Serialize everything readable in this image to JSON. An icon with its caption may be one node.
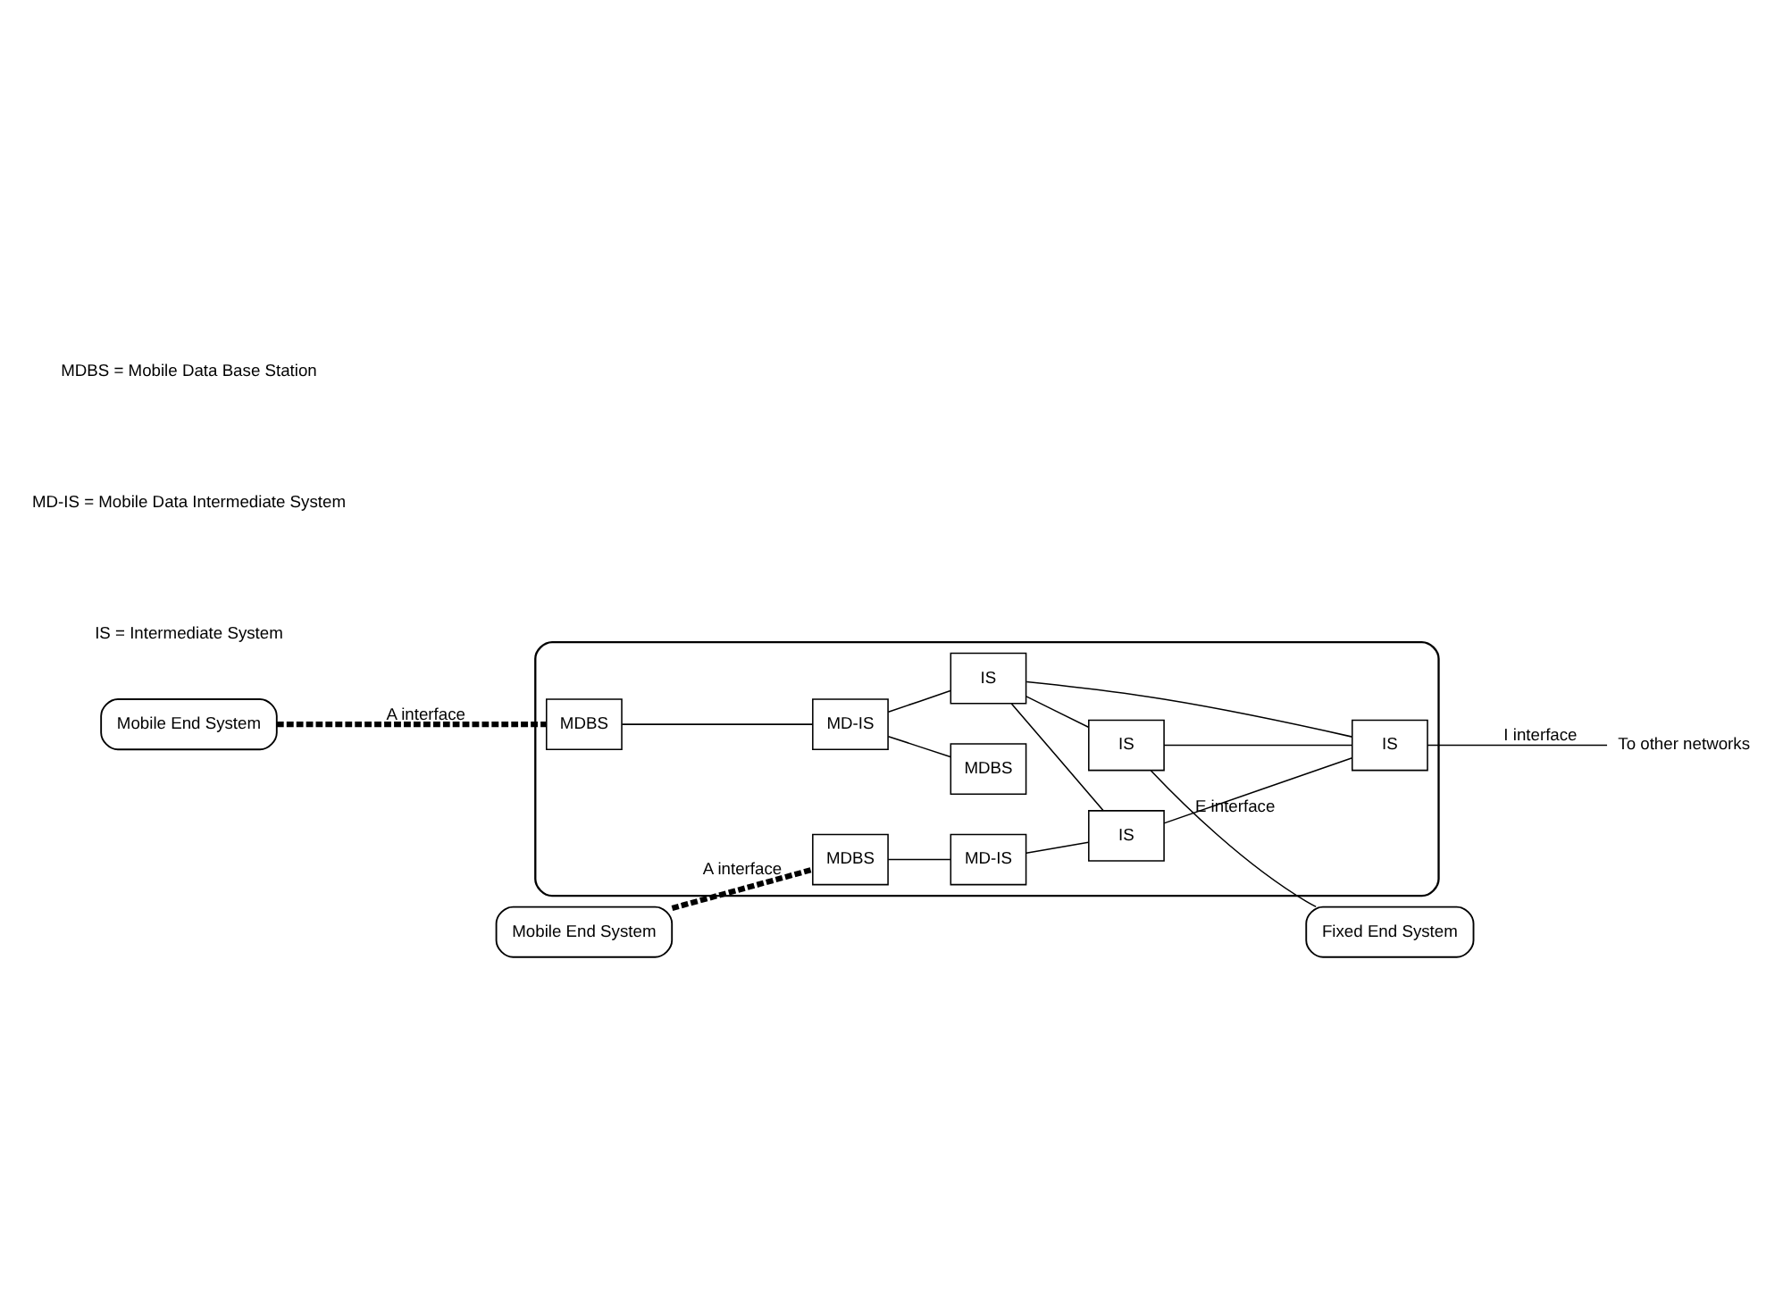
{
  "diagram": {
    "nodes": [
      {
        "text": [
          "Mobile End System"
        ]
      },
      {
        "text": [
          "Fixed End System"
        ]
      },
      {
        "text": [],
        "shape": "ellipse"
      },
      {
        "text": [
          "MDBS"
        ],
        "in": 2
      },
      {
        "text": [
          "MD-IS"
        ],
        "in": 2
      },
      {
        "text": [
          "IS"
        ],
        "in": 2
      },
      {
        "text": [
          "IS"
        ],
        "in": 2
      },
      {
        "text": [
          "MDBS"
        ],
        "in": 2
      },
      {
        "text": [
          "MDBS"
        ],
        "in": 2
      },
      {
        "text": [
          "MD-IS"
        ],
        "in": 2
      },
      {
        "text": [
          "IS"
        ],
        "in": 2
      },
      {
        "text": [
          "IS"
        ],
        "in": 2
      },
      {
        "text": [
          "Mobile End System"
        ]
      },
      {
        "text": [
          "To other networks"
        ]
      }
    ],
    "edges": [
      {
        "from": 0,
        "to": 3,
        "arrow": "none",
        "label": "A interface",
        "style": "dashed"
      },
      {
        "from": 3,
        "to": 4,
        "arrow": "none"
      },
      {
        "from": 4,
        "to": 5,
        "arrow": "none"
      },
      {
        "from": 5,
        "to": 6,
        "arrow": "none"
      },
      {
        "from": 4,
        "to": 7,
        "arrow": "none"
      },
      {
        "from": 6,
        "to": 1,
        "arrow": "none",
        "label": "E interface"
      },
      {
        "from": 5,
        "to": 10,
        "arrow": "none"
      },
      {
        "from": 5,
        "to": 11,
        "arrow": "none"
      },
      {
        "from": 6,
        "to": 11,
        "arrow": "none"
      },
      {
        "from": 8,
        "to": 9,
        "arrow": "none"
      },
      {
        "from": 9,
        "to": 10,
        "arrow": "none"
      },
      {
        "from": 10,
        "to": 11,
        "arrow": "none"
      },
      {
        "from": 11,
        "to": 13,
        "arrow": "none",
        "label": "I interface"
      },
      {
        "from": 12,
        "to": 8,
        "arrow": "none",
        "label": "A interface",
        "style": "dashed"
      }
    ],
    "labels": [
      "MDBS = Mobile Data Base Station",
      "MD-IS = Mobile Data Intermediate System",
      "IS = Intermediate System"
    ]
  }
}
